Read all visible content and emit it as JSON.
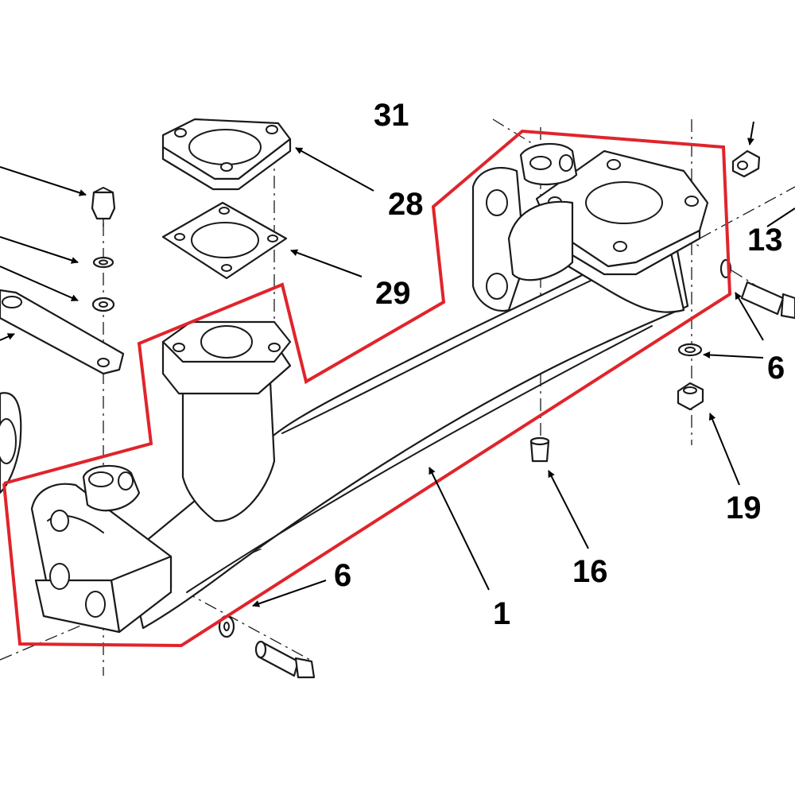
{
  "diagram": {
    "highlight_color": "#e0242b",
    "line_color": "#1a1a1a",
    "callouts": [
      {
        "id": "callout-28",
        "label": "28"
      },
      {
        "id": "callout-29",
        "label": "29"
      },
      {
        "id": "callout-13",
        "label": "13"
      },
      {
        "id": "callout-6-right",
        "label": "6"
      },
      {
        "id": "callout-19",
        "label": "19"
      },
      {
        "id": "callout-16",
        "label": "16"
      },
      {
        "id": "callout-6-bottom",
        "label": "6"
      },
      {
        "id": "callout-1",
        "label": "1"
      },
      {
        "id": "callout-31-partial",
        "label": "31"
      }
    ]
  }
}
